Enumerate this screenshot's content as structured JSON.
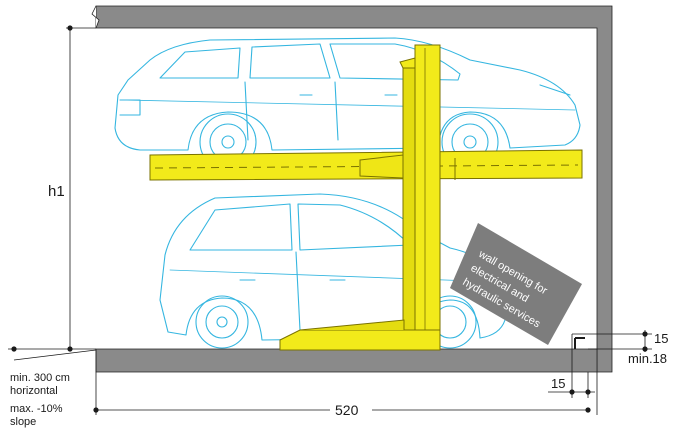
{
  "dimensions": {
    "height_label": "h1",
    "width_label": "520",
    "side_label": "15",
    "top_right_label": "15",
    "min_label": "min.18"
  },
  "notes": {
    "approach_length": "min. 300 cm",
    "approach_orientation": "horizontal",
    "slope_limit": "max. -10%",
    "slope_word": "slope"
  },
  "callout": {
    "line1": "wall opening for",
    "line2": "electrical and",
    "line3": "hydraulic services"
  },
  "colors": {
    "wall": "#8a8a8a",
    "lift_yellow": "#f2ea1a",
    "lift_outline": "#8a8200",
    "car_outline": "#35b6e0",
    "callout_bg": "#7d7d7d"
  },
  "icons": [
    "car-upper-icon",
    "car-lower-icon",
    "lift-icon"
  ]
}
